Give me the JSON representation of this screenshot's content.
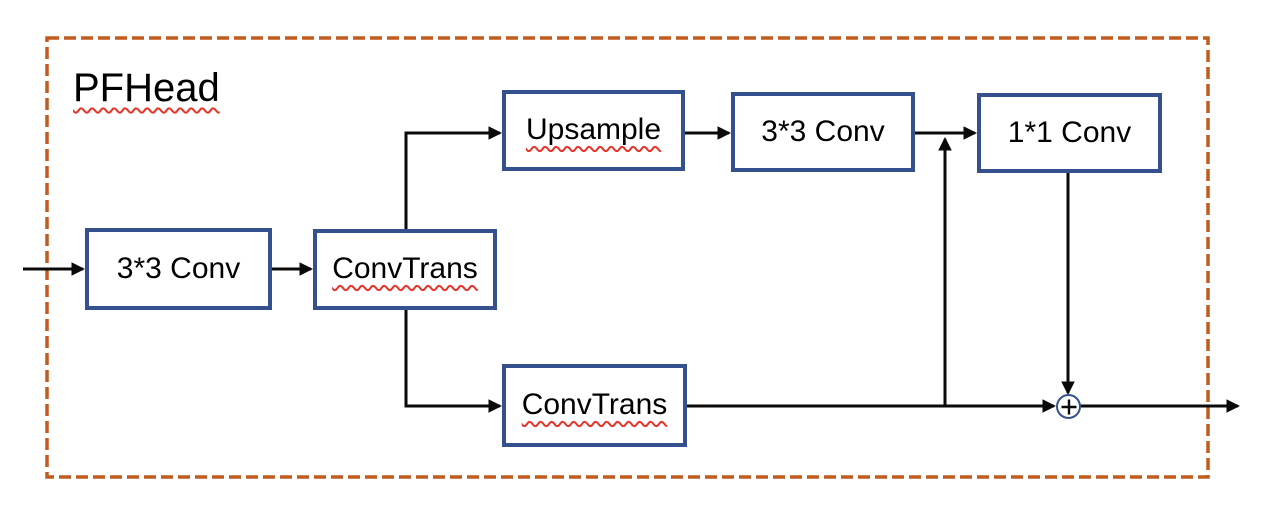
{
  "title": "PFHead",
  "colors": {
    "frame_border": "#C05C1D",
    "box_border": "#35518D",
    "line": "#0A0A0A",
    "spellcheck_underline": "#E5352B",
    "box_fill": "#FFFFFF",
    "background": "#FFFFFF",
    "text": "#000000"
  },
  "nodes": [
    {
      "id": "conv33-in",
      "label": "3*3 Conv",
      "spellcheck_underline": false
    },
    {
      "id": "convtrans-middle",
      "label": "ConvTrans",
      "spellcheck_underline": true
    },
    {
      "id": "upsample",
      "label": "Upsample",
      "spellcheck_underline": true
    },
    {
      "id": "conv33-top",
      "label": "3*3 Conv",
      "spellcheck_underline": false
    },
    {
      "id": "conv11",
      "label": "1*1 Conv",
      "spellcheck_underline": false
    },
    {
      "id": "convtrans-bottom",
      "label": "ConvTrans",
      "spellcheck_underline": true
    }
  ],
  "icons": {
    "sum": "circled-plus"
  }
}
